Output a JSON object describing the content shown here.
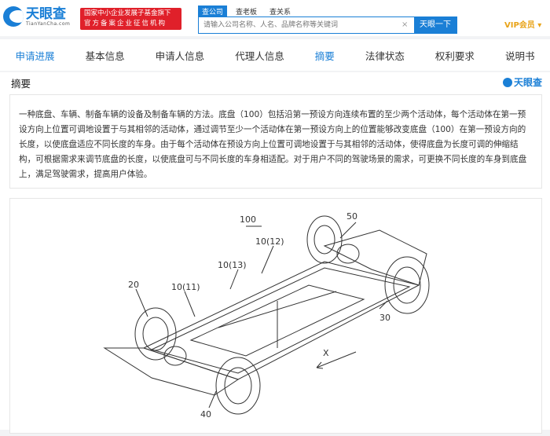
{
  "header": {
    "logo_cn": "天眼查",
    "logo_en": "TianYanCha.com",
    "badge_line1": "国家中小企业发展子基金旗下",
    "badge_line2": "官方备案企业征信机构",
    "search_tabs": [
      "查公司",
      "查老板",
      "查关系"
    ],
    "search_placeholder": "请输入公司名称、人名、品牌名称等关键词",
    "clear": "×",
    "search_button": "天眼一下",
    "vip": "VIP会员 ▾"
  },
  "nav": [
    "申请进展",
    "基本信息",
    "申请人信息",
    "代理人信息",
    "摘要",
    "法律状态",
    "权利要求",
    "说明书"
  ],
  "section": {
    "title": "摘要",
    "logo": "天眼查"
  },
  "abstract": "一种底盘、车辆、制备车辆的设备及制备车辆的方法。底盘（100）包括沿第一预设方向连续布置的至少两个活动体，每个活动体在第一预设方向上位置可调地设置于与其相邻的活动体，通过调节至少一个活动体在第一预设方向上的位置能够改变底盘（100）在第一预设方向的长度，以使底盘适应不同长度的车身。由于每个活动体在预设方向上位置可调地设置于与其相邻的活动体，使得底盘为长度可调的伸缩结构，可根据需求来调节底盘的长度，以使底盘可与不同长度的车身相适配。对于用户不同的驾驶场景的需求，可更换不同长度的车身到底盘上，满足驾驶需求，提高用户体验。",
  "figure_labels": {
    "main": "100",
    "l50": "50",
    "l1012": "10(12)",
    "l1013": "10(13)",
    "l1011": "10(11)",
    "l20": "20",
    "l30": "30",
    "l40": "40",
    "x": "X"
  }
}
